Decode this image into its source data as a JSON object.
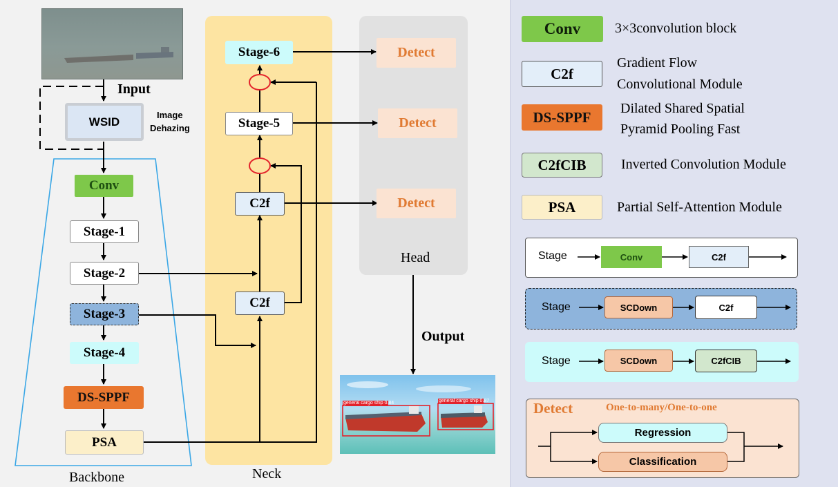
{
  "colors": {
    "conv": "#7ec84a",
    "c2f": "#e3eef9",
    "ds_sppf": "#e9772f",
    "c2fcib": "#d2e7cd",
    "psa": "#fcefc9",
    "stage4": "#ccfbfb",
    "stage3": "#8eb4dc",
    "detect_bg": "#fbe3d2",
    "detect_text": "#e07a32",
    "neck": "#fde4a2",
    "head": "#e1e1e1",
    "legend_panel": "#dfe2f0",
    "backbone_border": "#3aa7e6"
  },
  "labels": {
    "input": "Input",
    "image_dehazing_1": "Image",
    "image_dehazing_2": "Dehazing",
    "output": "Output",
    "head": "Head",
    "neck": "Neck",
    "backbone": "Backbone"
  },
  "backbone": {
    "wsid": "WSID",
    "conv": "Conv",
    "stage1": "Stage-1",
    "stage2": "Stage-2",
    "stage3": "Stage-3",
    "stage4": "Stage-4",
    "ds_sppf": "DS-SPPF",
    "psa": "PSA"
  },
  "neck": {
    "stage6": "Stage-6",
    "stage5": "Stage-5",
    "c2f_top": "C2f",
    "c2f_bottom": "C2f"
  },
  "head": {
    "detect1": "Detect",
    "detect2": "Detect",
    "detect3": "Detect"
  },
  "detections": {
    "left": "general cargo ship 0.84",
    "right": "general cargo ship 0.87"
  },
  "legend": {
    "conv_name": "Conv",
    "conv_desc": "3×3convolution block",
    "c2f_name": "C2f",
    "c2f_desc_1": "Gradient Flow",
    "c2f_desc_2": "Convolutional Module",
    "dssppf_name": "DS-SPPF",
    "dssppf_desc_1": "Dilated Shared Spatial",
    "dssppf_desc_2": "Pyramid Pooling Fast",
    "c2fcib_name": "C2fCIB",
    "c2fcib_desc": "Inverted Convolution Module",
    "psa_name": "PSA",
    "psa_desc": "Partial Self-Attention Module",
    "stageA": {
      "label": "Stage",
      "b1": "Conv",
      "b2": "C2f"
    },
    "stageB": {
      "label": "Stage",
      "b1": "SCDown",
      "b2": "C2f"
    },
    "stageC": {
      "label": "Stage",
      "b1": "SCDown",
      "b2": "C2fCIB"
    },
    "detect": {
      "title": "Detect",
      "subtitle": "One-to-many/One-to-one",
      "regression": "Regression",
      "classification": "Classification"
    }
  }
}
